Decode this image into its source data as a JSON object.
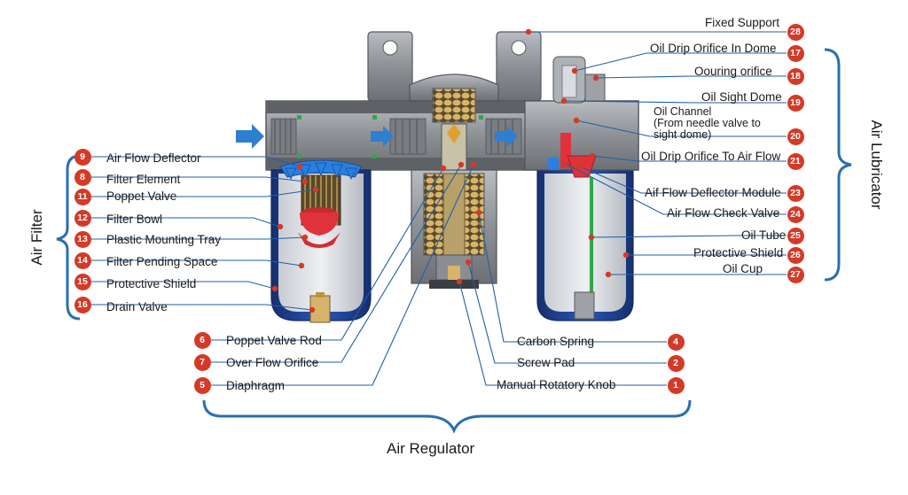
{
  "groups": {
    "air_filter": "Air Filter",
    "air_lubricator": "Air Lubricator",
    "air_regulator": "Air Regulator"
  },
  "colors": {
    "badge": "#d43a27",
    "leader": "#1f5fa8",
    "arrow": "#2f7fd0",
    "body": "#8d9196",
    "body_dark": "#5b5f64",
    "bowl": "#1c3f8f",
    "spring": "#c9a35a",
    "red_part": "#e0323a",
    "blue_part": "#2a7fe0"
  },
  "labels": [
    {
      "num": "9",
      "text": "Air Flow Deflector"
    },
    {
      "num": "8",
      "text": "Filter Element"
    },
    {
      "num": "11",
      "text": "Poppet Valve"
    },
    {
      "num": "12",
      "text": "Filter Bowl"
    },
    {
      "num": "13",
      "text": "Plastic Mounting Tray"
    },
    {
      "num": "14",
      "text": "Filter Pending Space"
    },
    {
      "num": "15",
      "text": "Protective Shield"
    },
    {
      "num": "16",
      "text": "Drain Valve"
    },
    {
      "num": "6",
      "text": "Poppet Valve Rod"
    },
    {
      "num": "7",
      "text": "Over Flow Orifice"
    },
    {
      "num": "5",
      "text": "Diaphragm"
    },
    {
      "num": "4",
      "text": "Carbon Spring"
    },
    {
      "num": "2",
      "text": "Screw Pad"
    },
    {
      "num": "1",
      "text": "Manual Rotatory Knob"
    },
    {
      "num": "28",
      "text": "Fixed Support"
    },
    {
      "num": "17",
      "text": "Oil Drip Orifice In Dome"
    },
    {
      "num": "18",
      "text": "Oouring orifice"
    },
    {
      "num": "19",
      "text": "Oil Sight Dome"
    },
    {
      "num": "20",
      "text": "Oil Channel\n(From needle valve to\nsight dome)"
    },
    {
      "num": "21",
      "text": "Oil Drip Orifice To Air Flow"
    },
    {
      "num": "23",
      "text": "Aif Flow Deflector Module"
    },
    {
      "num": "24",
      "text": "Air Flow Check Valve"
    },
    {
      "num": "25",
      "text": "Oil Tube"
    },
    {
      "num": "26",
      "text": "Protective Shield"
    },
    {
      "num": "27",
      "text": "Oil Cup"
    }
  ]
}
